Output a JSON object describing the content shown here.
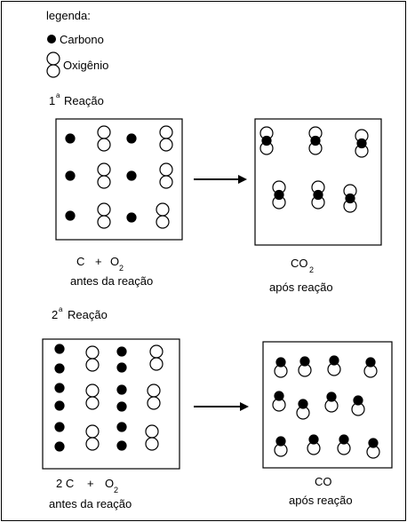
{
  "legend": {
    "title": "legenda:",
    "carbon": "Carbono",
    "oxygen": "Oxigênio"
  },
  "reaction1": {
    "heading_num": "1",
    "heading_sup": "a",
    "heading_word": "Reação",
    "eq_c": "C",
    "eq_plus": "+",
    "eq_o": "O",
    "eq_o_sub": "2",
    "before_caption": "antes da reação",
    "product": "CO",
    "product_sub": "2",
    "after_caption": "após reação"
  },
  "reaction2": {
    "heading_num": "2",
    "heading_sup": "a",
    "heading_word": "Reação",
    "eq_c": "2 C",
    "eq_plus": "+",
    "eq_o": "O",
    "eq_o_sub": "2",
    "before_caption": "antes da reação",
    "product": "CO",
    "after_caption": "após reação"
  },
  "colors": {
    "ink": "#000000",
    "background": "#ffffff",
    "frame": "#000000"
  }
}
